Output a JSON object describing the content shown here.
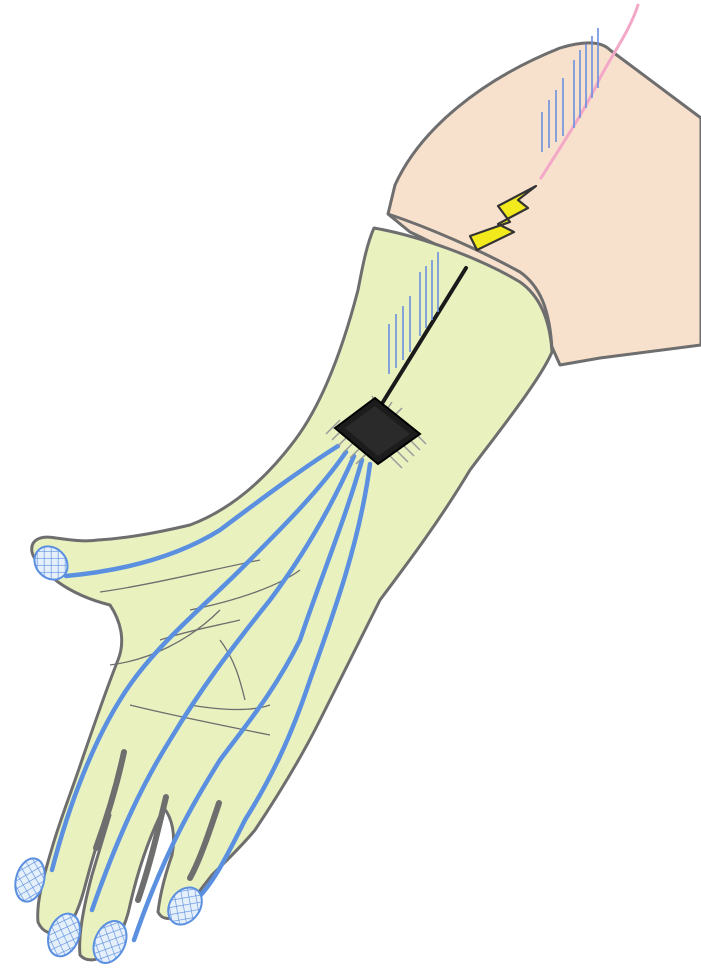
{
  "colors": {
    "background": "#ffffff",
    "upper_arm_skin": "#f8e1cc",
    "glove": "#e9f2bf",
    "outline": "#6e6e6e",
    "wire": "#5b8fe0",
    "nerve": "#f3a8c8",
    "spark": "#f2ea1c",
    "chip": "#1c1c1c",
    "hatch_lines": "#6a8fe0"
  },
  "icons": [
    "hand-glove",
    "microchip",
    "lightning-bolt",
    "fingertip-sensor-pad"
  ]
}
